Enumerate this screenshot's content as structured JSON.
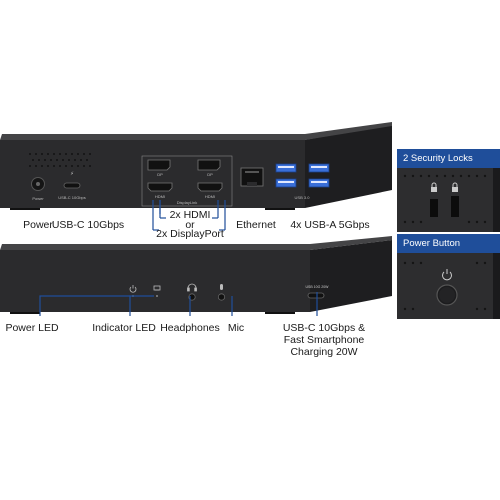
{
  "rear": {
    "port_power": "Power",
    "port_usbc": "USB-C 10Gbps",
    "port_hdmi": "HDMI",
    "port_dp": "DP",
    "port_displaylink": "DisplayLink",
    "port_usb3": "USB 3.0",
    "callouts": {
      "power": "Power",
      "usbc": "USB-C 10Gbps",
      "video_line1": "2x HDMI",
      "video_line2": "or",
      "video_line3": "2x DisplayPort",
      "ethernet": "Ethernet",
      "usba": "4x USB-A 5Gbps"
    }
  },
  "front": {
    "port_usbc": "USB 10G 20W",
    "callouts": {
      "power_led": "Power LED",
      "indicator_led": "Indicator LED",
      "headphones": "Headphones",
      "mic": "Mic",
      "usbc_line1": "USB-C 10Gbps &",
      "usbc_line2": "Fast Smartphone",
      "usbc_line3": "Charging 20W"
    }
  },
  "insets": {
    "locks_title": "2 Security Locks",
    "power_title": "Power Button"
  },
  "colors": {
    "accent": "#1f4e9a",
    "device": "#2b2b2d",
    "port_blue": "#3a6fd8"
  }
}
